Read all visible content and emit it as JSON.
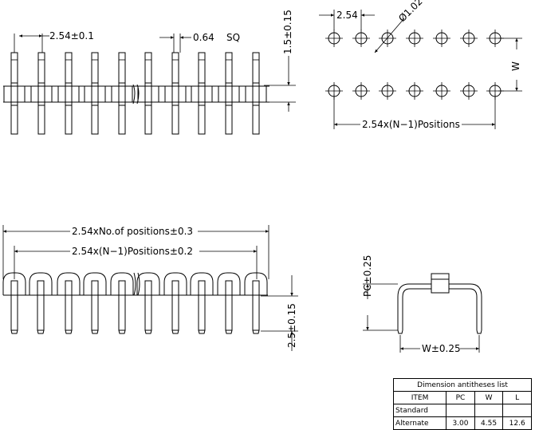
{
  "labels": {
    "pitch_top": "2.54±0.1",
    "pin_size": "0.64",
    "pin_size_unit": "SQ",
    "height_top": "1.5±0.15",
    "pitch_pcb": "2.54",
    "hole_dia": "Ø1.02",
    "row_spacing": "W",
    "pcb_span": "2.54x(N−1)Positions",
    "overall_length": "2.54xNo.of positions±0.3",
    "pins_span": "2.54x(N−1)Positions±0.2",
    "pin_length": "2.5±0.15",
    "pc_dim": "PC±0.25",
    "w_dim": "W±0.25"
  },
  "table": {
    "title": "Dimension antitheses list",
    "headers": [
      "ITEM",
      "PC",
      "W",
      "L"
    ],
    "rows": [
      [
        "Standard",
        "",
        "",
        ""
      ],
      [
        "Alternate",
        "3.00",
        "4.55",
        "12.6"
      ]
    ]
  }
}
